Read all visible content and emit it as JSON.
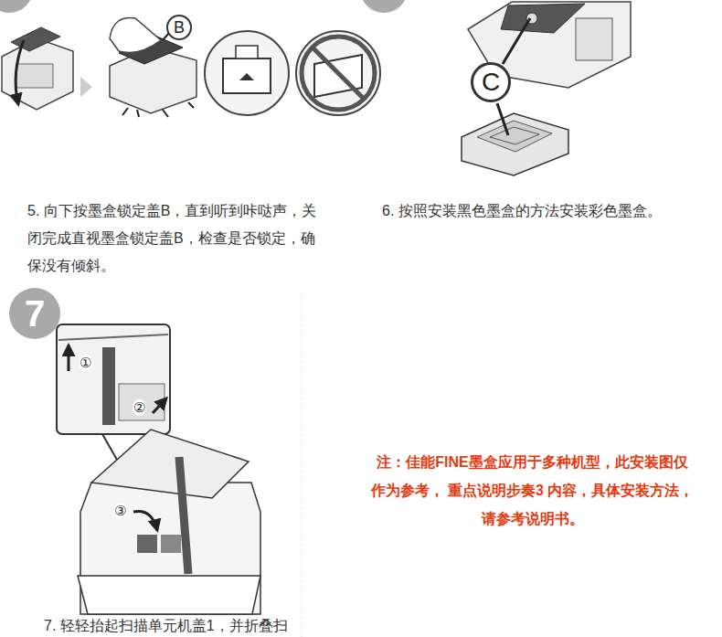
{
  "diagram": {
    "nodes": [
      {
        "text": [
          "B"
        ]
      },
      {
        "text": [
          "C"
        ]
      },
      {
        "text": [
          "7"
        ]
      }
    ],
    "labels": [
      "5. 向下按墨盒锁定盖B，直到听到咔哒声，关闭完成直视墨盒锁定盖B，检查是否锁定，确保没有倾斜。",
      "6. 按照安装黑色墨盒的方法安装彩色墨盒。",
      "①",
      "②",
      "③",
      "注：佳能FINE墨盒应用于多种机型，此安装图仅作为参考， 重点说明步奏3 内容，具体安装方法，请参考说明书。",
      "7. 轻轻抬起扫描单元机盖1，并折叠扫"
    ]
  }
}
